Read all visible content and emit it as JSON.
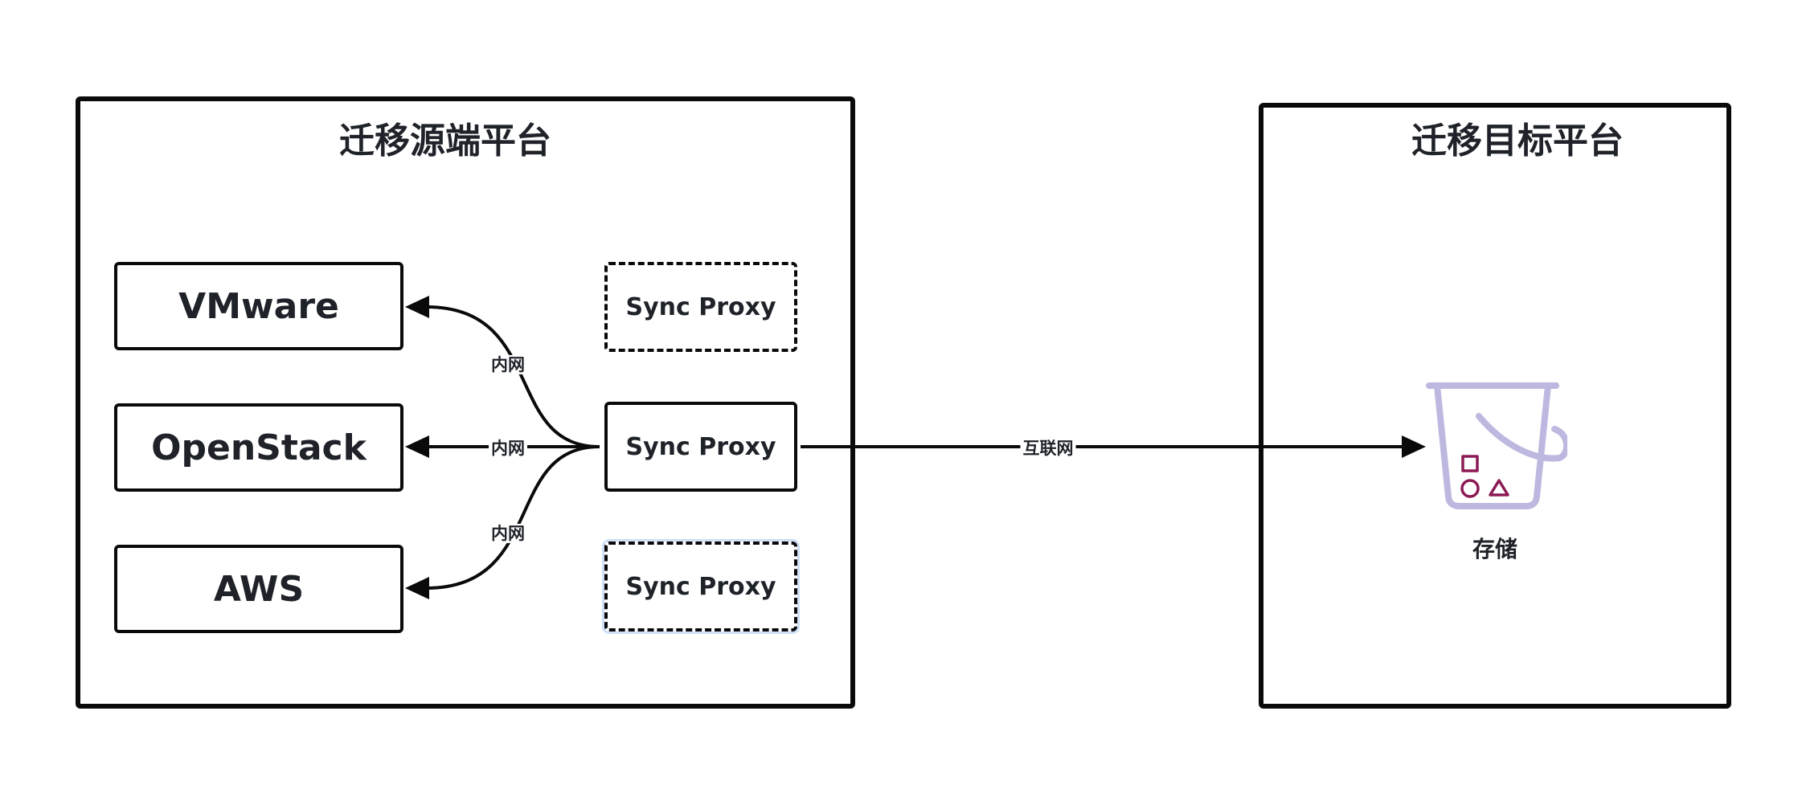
{
  "source_platform": {
    "title": "迁移源端平台",
    "platforms": [
      "VMware",
      "OpenStack",
      "AWS"
    ],
    "proxies": [
      "Sync Proxy",
      "Sync Proxy",
      "Sync Proxy"
    ]
  },
  "target_platform": {
    "title": "迁移目标平台",
    "storage_label": "存储",
    "storage_icon": "storage-bucket-icon"
  },
  "connections": {
    "intranet_labels": [
      "内网",
      "内网",
      "内网"
    ],
    "internet_label": "互联网"
  },
  "colors": {
    "stroke": "#0a0a0a",
    "text": "#1f2329",
    "bucket": "#bdb8df",
    "bucket_shapes": "#8b1a55",
    "selection_highlight": "#cfe0f7"
  }
}
